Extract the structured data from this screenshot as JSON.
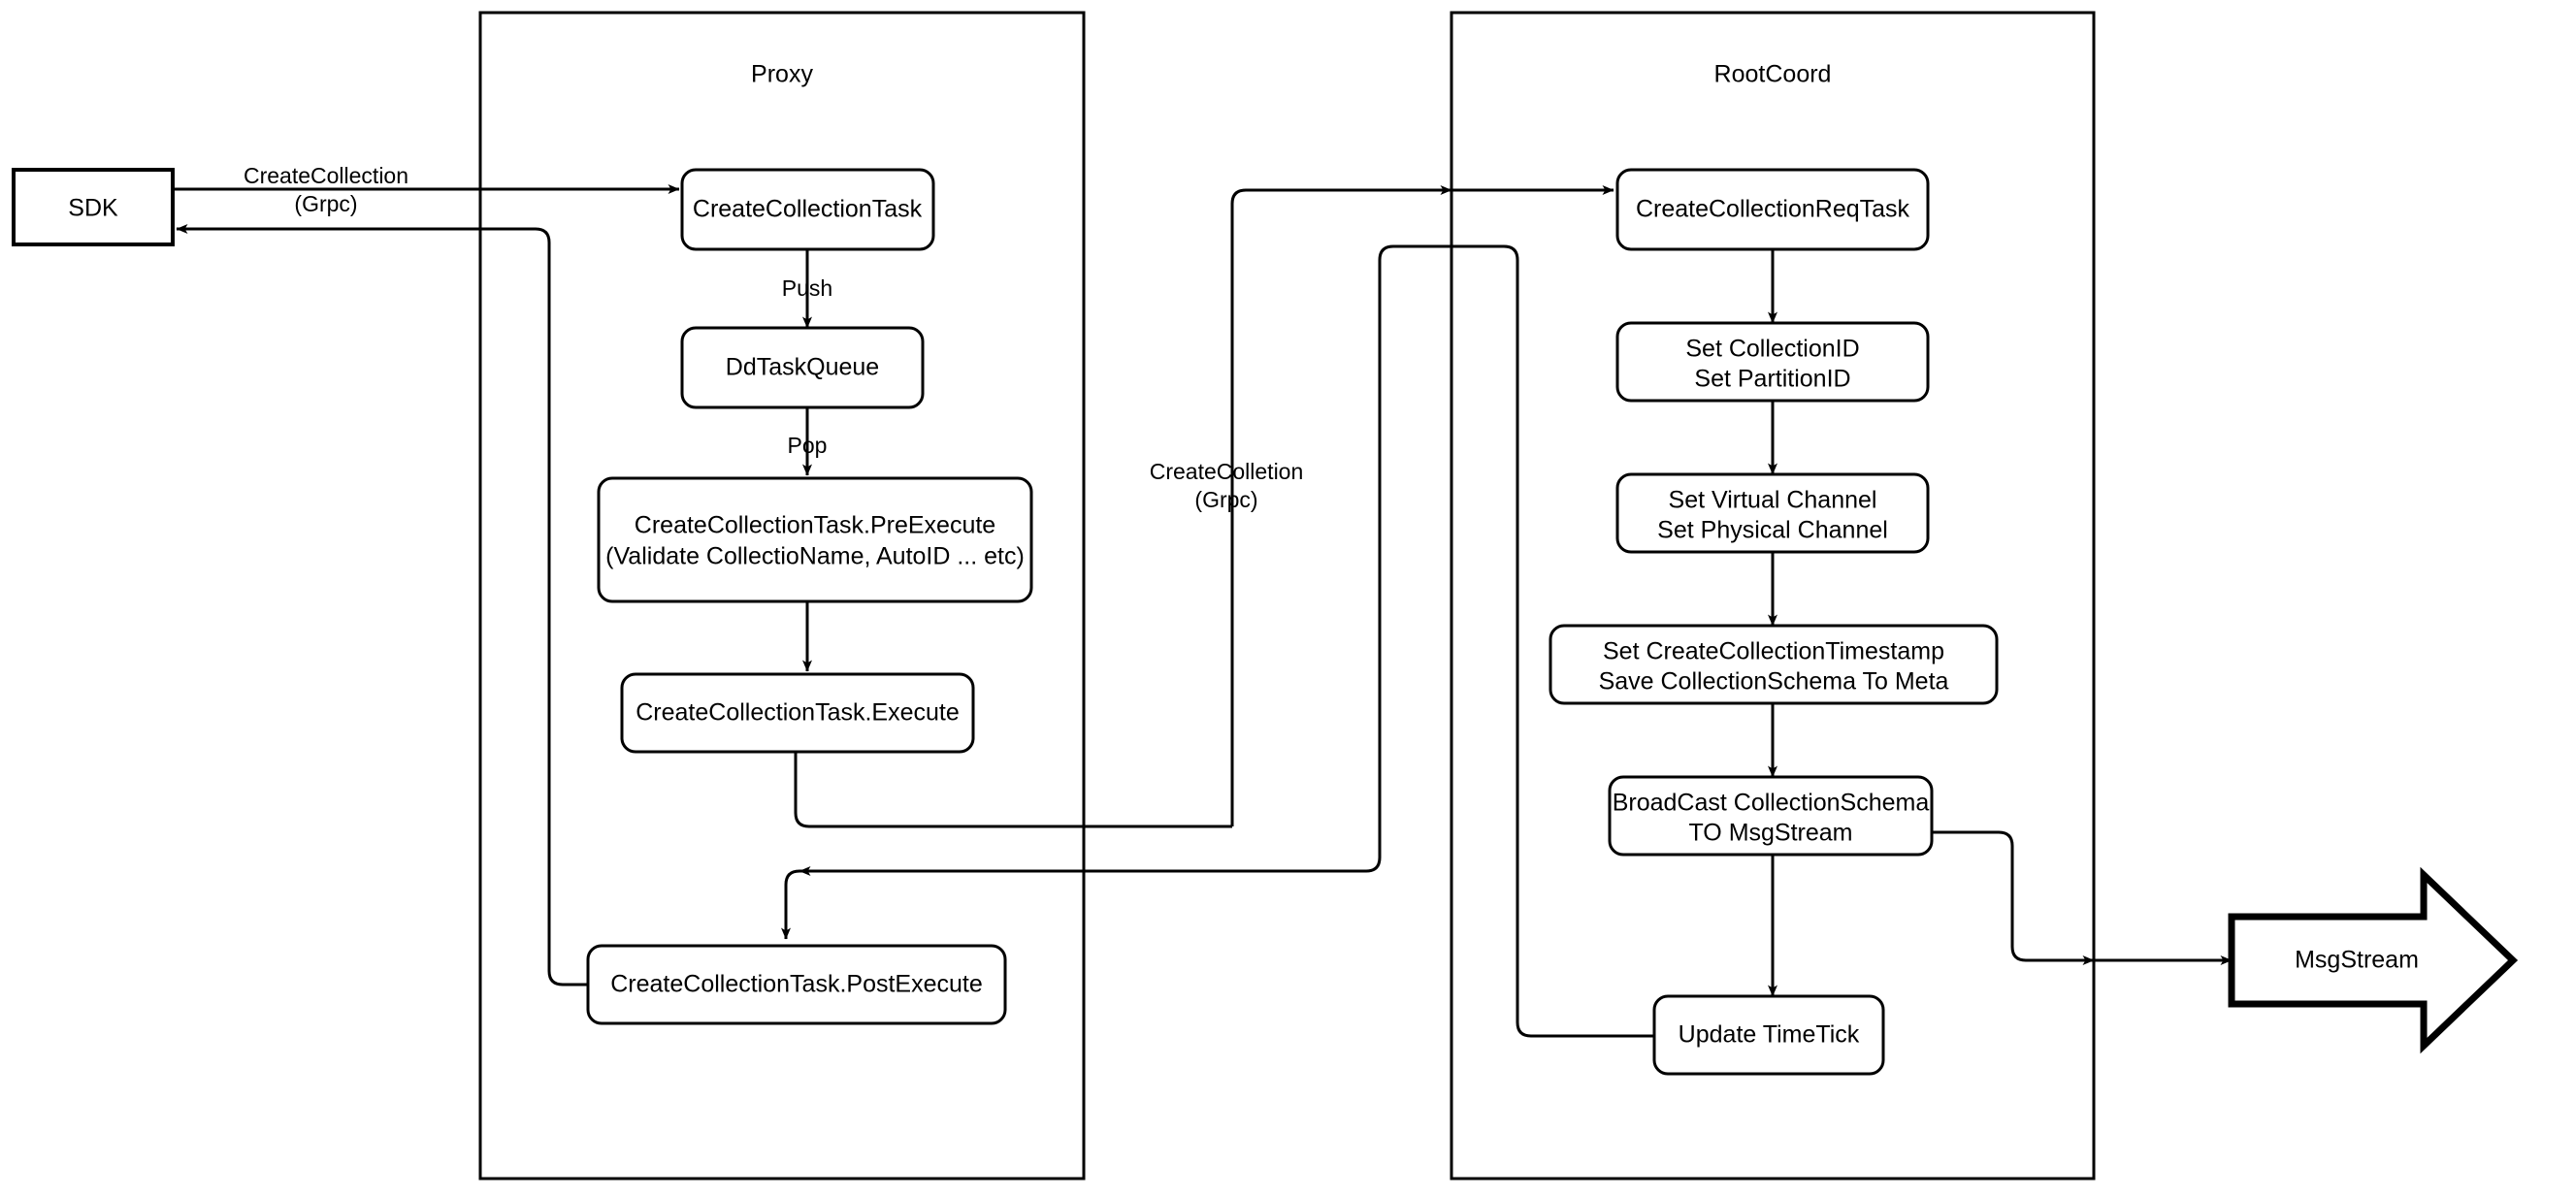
{
  "diagram": {
    "title": "CreateCollection Flow",
    "background_color": "#ffffff",
    "stroke_color": "#000000",
    "node_fill": "#ffffff"
  },
  "external_nodes": {
    "sdk": {
      "label": "SDK",
      "shape": "rectangle"
    },
    "msgstream": {
      "label": "MsgStream",
      "shape": "block-arrow"
    }
  },
  "containers": [
    {
      "id": "proxy",
      "title": "Proxy"
    },
    {
      "id": "rootcoord",
      "title": "RootCoord"
    }
  ],
  "proxy_nodes": [
    {
      "id": "create-collection-task",
      "line1": "CreateCollectionTask",
      "line2": ""
    },
    {
      "id": "dd-task-queue",
      "line1": "DdTaskQueue",
      "line2": ""
    },
    {
      "id": "pre-execute",
      "line1": "CreateCollectionTask.PreExecute",
      "line2": "(Validate CollectioName, AutoID ... etc)"
    },
    {
      "id": "execute",
      "line1": "CreateCollectionTask.Execute",
      "line2": ""
    },
    {
      "id": "post-execute",
      "line1": "CreateCollectionTask.PostExecute",
      "line2": ""
    }
  ],
  "rootcoord_nodes": [
    {
      "id": "create-collection-req-task",
      "line1": "CreateCollectionReqTask",
      "line2": ""
    },
    {
      "id": "set-ids",
      "line1": "Set CollectionID",
      "line2": "Set PartitionID"
    },
    {
      "id": "set-channels",
      "line1": "Set Virtual Channel",
      "line2": "Set Physical Channel"
    },
    {
      "id": "save-meta",
      "line1": "Set CreateCollectionTimestamp",
      "line2": "Save CollectionSchema To Meta"
    },
    {
      "id": "broadcast",
      "line1": "BroadCast CollectionSchema",
      "line2": "TO MsgStream"
    },
    {
      "id": "update-timetick",
      "line1": "Update TimeTick",
      "line2": ""
    }
  ],
  "edge_labels": {
    "sdk_to_proxy": {
      "line1": "CreateCollection",
      "line2": "(Grpc)"
    },
    "push": "Push",
    "pop": "Pop",
    "proxy_to_rootcoord": {
      "line1": "CreateColletion",
      "line2": "(Grpc)"
    }
  }
}
